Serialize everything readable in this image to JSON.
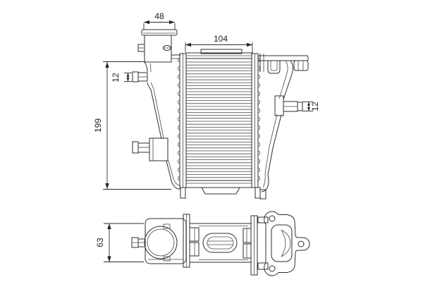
{
  "dimensions": {
    "top_pipe_width": "48",
    "core_width": "104",
    "left_port_diameter": "12",
    "overall_height": "199",
    "right_port_diameter": "12",
    "body_depth": "63"
  },
  "colors": {
    "line": "#2e2e2e",
    "text": "#1f1f1f",
    "background": "#ffffff"
  }
}
